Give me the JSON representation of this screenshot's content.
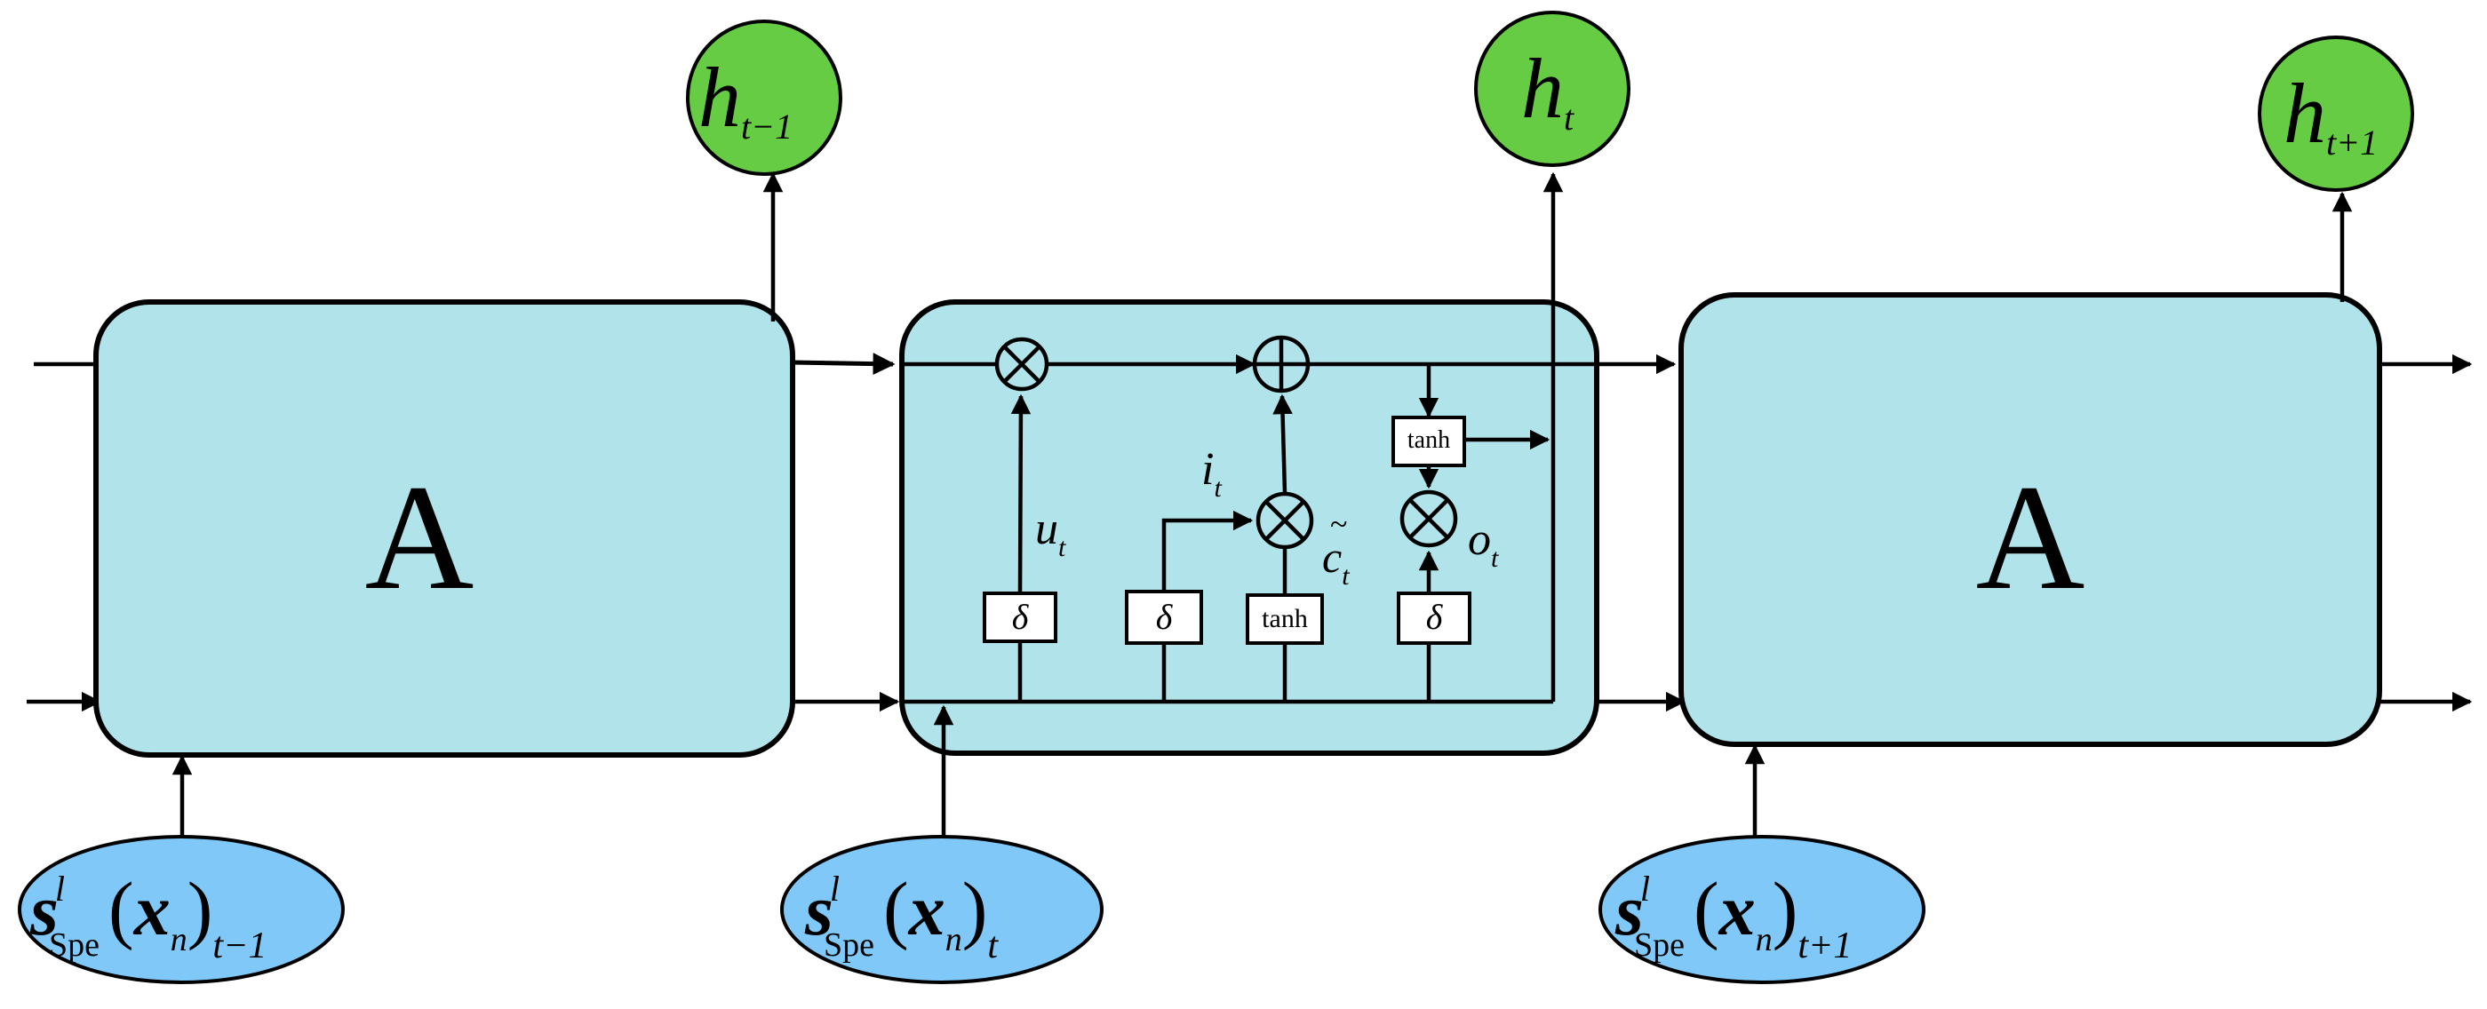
{
  "cells": {
    "left": {
      "label": "A"
    },
    "right": {
      "label": "A"
    }
  },
  "center_cell": {
    "gates": {
      "u": "δ",
      "i": "δ",
      "c": "tanh",
      "o": "δ",
      "out_tanh": "tanh"
    },
    "labels": {
      "u": {
        "base": "u",
        "sub": "t"
      },
      "i": {
        "base": "i",
        "sub": "t"
      },
      "c": {
        "base": "c",
        "accent": "~",
        "sub": "t"
      },
      "o": {
        "base": "o",
        "sub": "t"
      }
    }
  },
  "outputs": [
    {
      "base": "h",
      "sub": "t−1"
    },
    {
      "base": "h",
      "sub": "t"
    },
    {
      "base": "h",
      "sub": "t+1"
    }
  ],
  "inputs": [
    {
      "s": "s",
      "sup": "l",
      "spe": "Spe",
      "lp": "(",
      "x": "x",
      "n": "n",
      "rp": ")",
      "sub": "t−1"
    },
    {
      "s": "s",
      "sup": "l",
      "spe": "Spe",
      "lp": "(",
      "x": "x",
      "n": "n",
      "rp": ")",
      "sub": "t"
    },
    {
      "s": "s",
      "sup": "l",
      "spe": "Spe",
      "lp": "(",
      "x": "x",
      "n": "n",
      "rp": ")",
      "sub": "t+1"
    }
  ],
  "colors": {
    "cell_fill": "#b0e4ea",
    "output_node_fill": "#66cc44",
    "input_node_fill": "#7fc8f8"
  }
}
